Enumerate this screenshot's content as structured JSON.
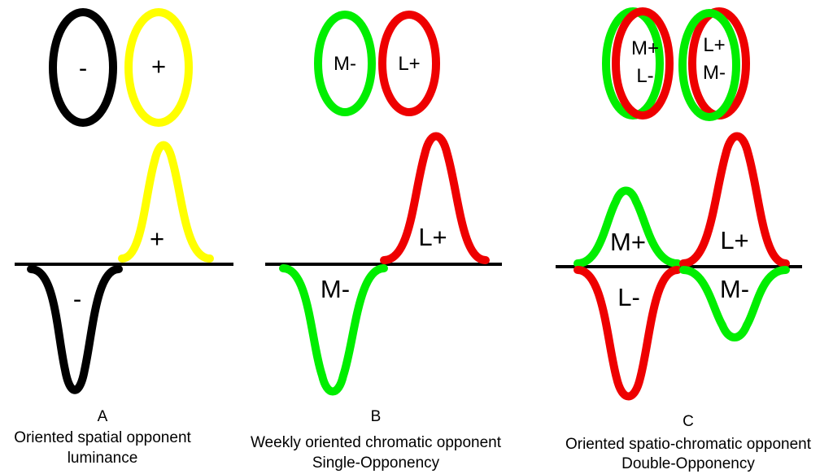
{
  "colors": {
    "luminance_negative": "#000000",
    "luminance_positive": "#ffff00",
    "m_cone": "#00ee00",
    "l_cone": "#ee0000",
    "axis": "#000000"
  },
  "panels": [
    {
      "letter": "A",
      "caption_line1": "Oriented spatial opponent",
      "caption_line2": "luminance",
      "left_ellipse": {
        "label": "-",
        "color": "black"
      },
      "right_ellipse": {
        "label": "+",
        "color": "yellow"
      },
      "curve_positive_label": "+",
      "curve_negative_label": "-"
    },
    {
      "letter": "B",
      "caption_line1": "Weekly oriented chromatic opponent",
      "caption_line2": "Single-Opponency",
      "left_ellipse": {
        "label": "M-",
        "color": "green"
      },
      "right_ellipse": {
        "label": "L+",
        "color": "red"
      },
      "curve_positive_label": "L+",
      "curve_negative_label": "M-"
    },
    {
      "letter": "C",
      "caption_line1": "Oriented spatio-chromatic opponent",
      "caption_line2": "Double-Opponency",
      "left_ellipse": {
        "label_top": "M+",
        "label_bottom": "L-",
        "colors": [
          "green",
          "red"
        ]
      },
      "right_ellipse": {
        "label_top": "L+",
        "label_bottom": "M-",
        "colors": [
          "red",
          "green"
        ]
      },
      "left_positive_label": "M+",
      "left_negative_label": "L-",
      "right_positive_label": "L+",
      "right_negative_label": "M-"
    }
  ]
}
